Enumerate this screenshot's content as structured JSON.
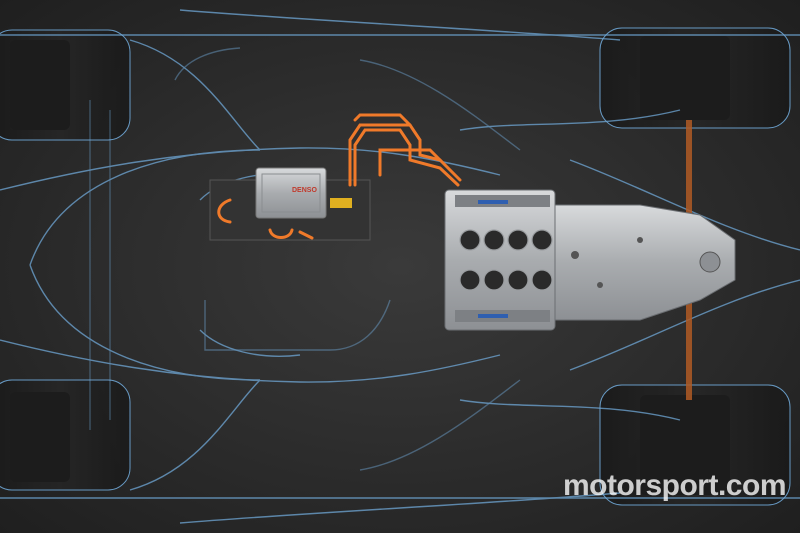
{
  "photo": {
    "subject": "Top-down x-ray view of a hybrid race car chassis with engine, hybrid control unit, gearbox and wheels",
    "watermark_text": "motorsport.com",
    "ecu_label": "DENSO",
    "colors": {
      "background": "#2b2b2b",
      "outline": "#6fa7d6",
      "orange_wiring": "#f07a2a",
      "metal": "#b9bcbf"
    }
  }
}
